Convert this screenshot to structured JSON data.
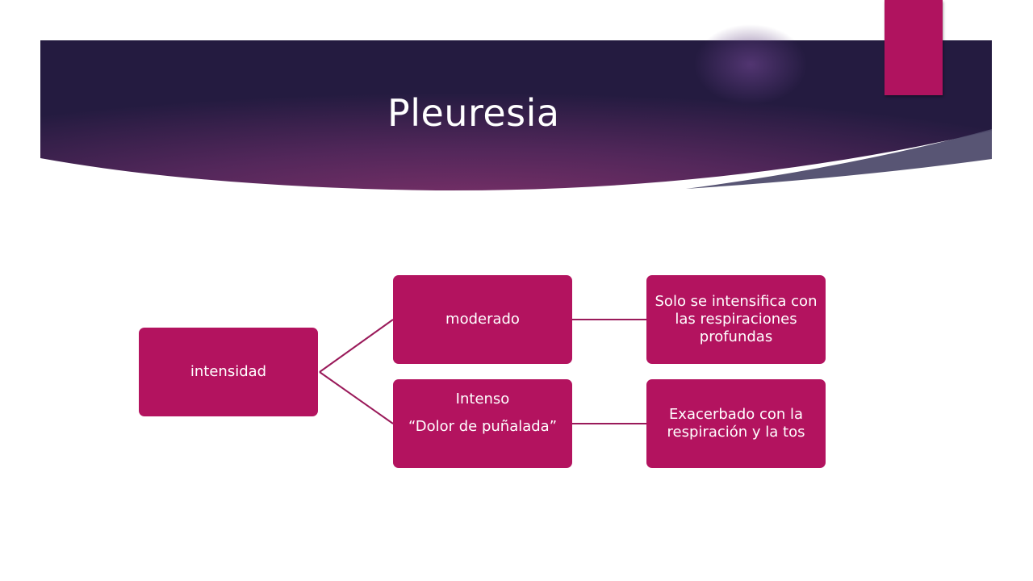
{
  "slide": {
    "title": "Pleuresia"
  },
  "theme": {
    "accent": "#b3135f",
    "banner_dark": "#2a1d45",
    "banner_mid": "#6b2e63",
    "connector": "#9a1a5a"
  },
  "diagram": {
    "root": {
      "label": "intensidad"
    },
    "branches": [
      {
        "lines": [
          "moderado"
        ],
        "detail": "Solo se intensifica con las respiraciones profundas"
      },
      {
        "lines": [
          "Intenso",
          "“Dolor de puñalada”"
        ],
        "detail": "Exacerbado con la respiración y la tos"
      }
    ]
  }
}
